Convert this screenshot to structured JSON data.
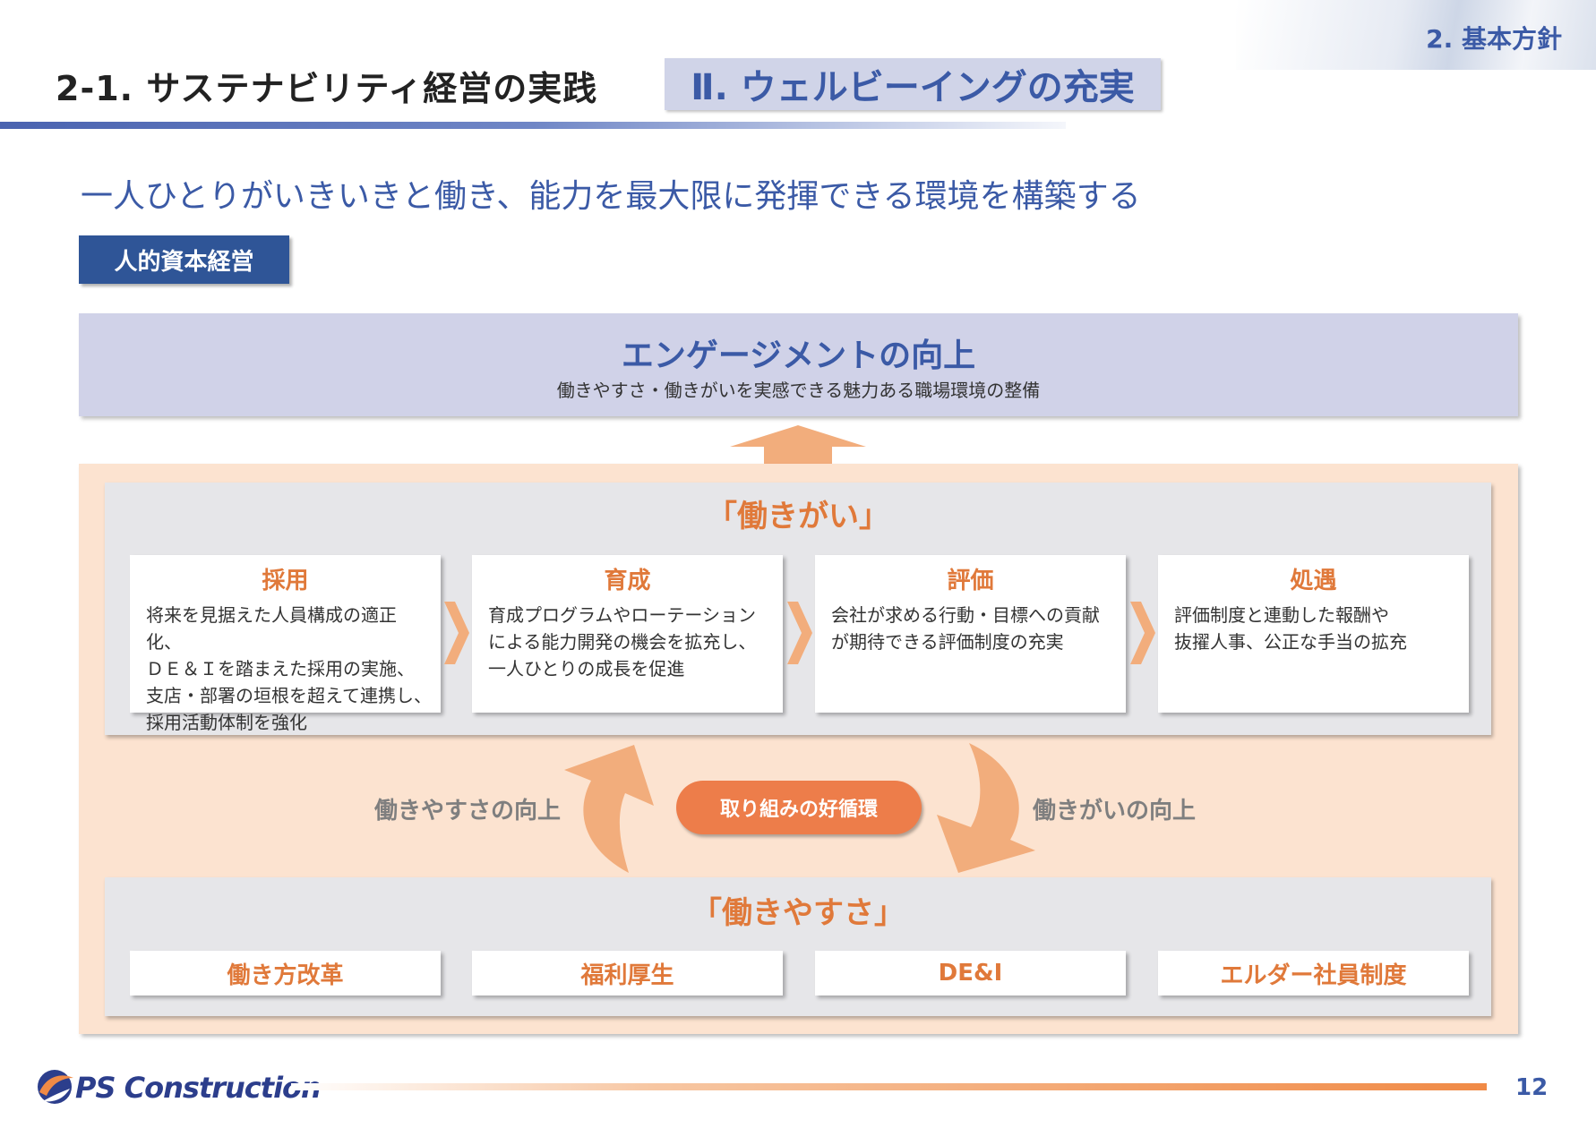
{
  "header": {
    "section_tag": "2. 基本方針",
    "title": "2-1. サステナビリティ経営の実践",
    "title_tag": "Ⅱ. ウェルビーイングの充実"
  },
  "subtitle": "一人ひとりがいきいきと働き、能力を最大限に発揮できる環境を構築する",
  "badge": "人的資本経営",
  "engagement": {
    "title": "エンゲージメントの向上",
    "subtitle": "働きやすさ・働きがいを実感できる魅力ある職場環境の整備"
  },
  "hatarakigai": {
    "heading": "「働きがい」",
    "cards": [
      {
        "title": "採用",
        "body": "将来を見据えた人員構成の適正化、\nＤＥ＆Ｉを踏まえた採用の実施、\n支店・部署の垣根を超えて連携し、\n採用活動体制を強化"
      },
      {
        "title": "育成",
        "body": "育成プログラムやローテーション\nによる能力開発の機会を拡充し、\n一人ひとりの成長を促進"
      },
      {
        "title": "評価",
        "body": "会社が求める行動・目標への貢献\nが期待できる評価制度の充実"
      },
      {
        "title": "処遇",
        "body": "評価制度と連動した報酬や\n抜擢人事、公正な手当の拡充"
      }
    ]
  },
  "cycle": {
    "left_label": "働きやすさの向上",
    "center_label": "取り組みの好循環",
    "right_label": "働きがいの向上"
  },
  "hatarakiyasusa": {
    "heading": "「働きやすさ」",
    "items": [
      "働き方改革",
      "福利厚生",
      "DE&I",
      "エルダー社員制度"
    ]
  },
  "footer": {
    "logo_text": "PS Construction",
    "page_number": "12"
  },
  "colors": {
    "blue": "#3b5aa6",
    "navy": "#2f5597",
    "orange": "#e0793a",
    "orange_fill": "#fce3d0",
    "lavender": "#d0d2e8"
  }
}
